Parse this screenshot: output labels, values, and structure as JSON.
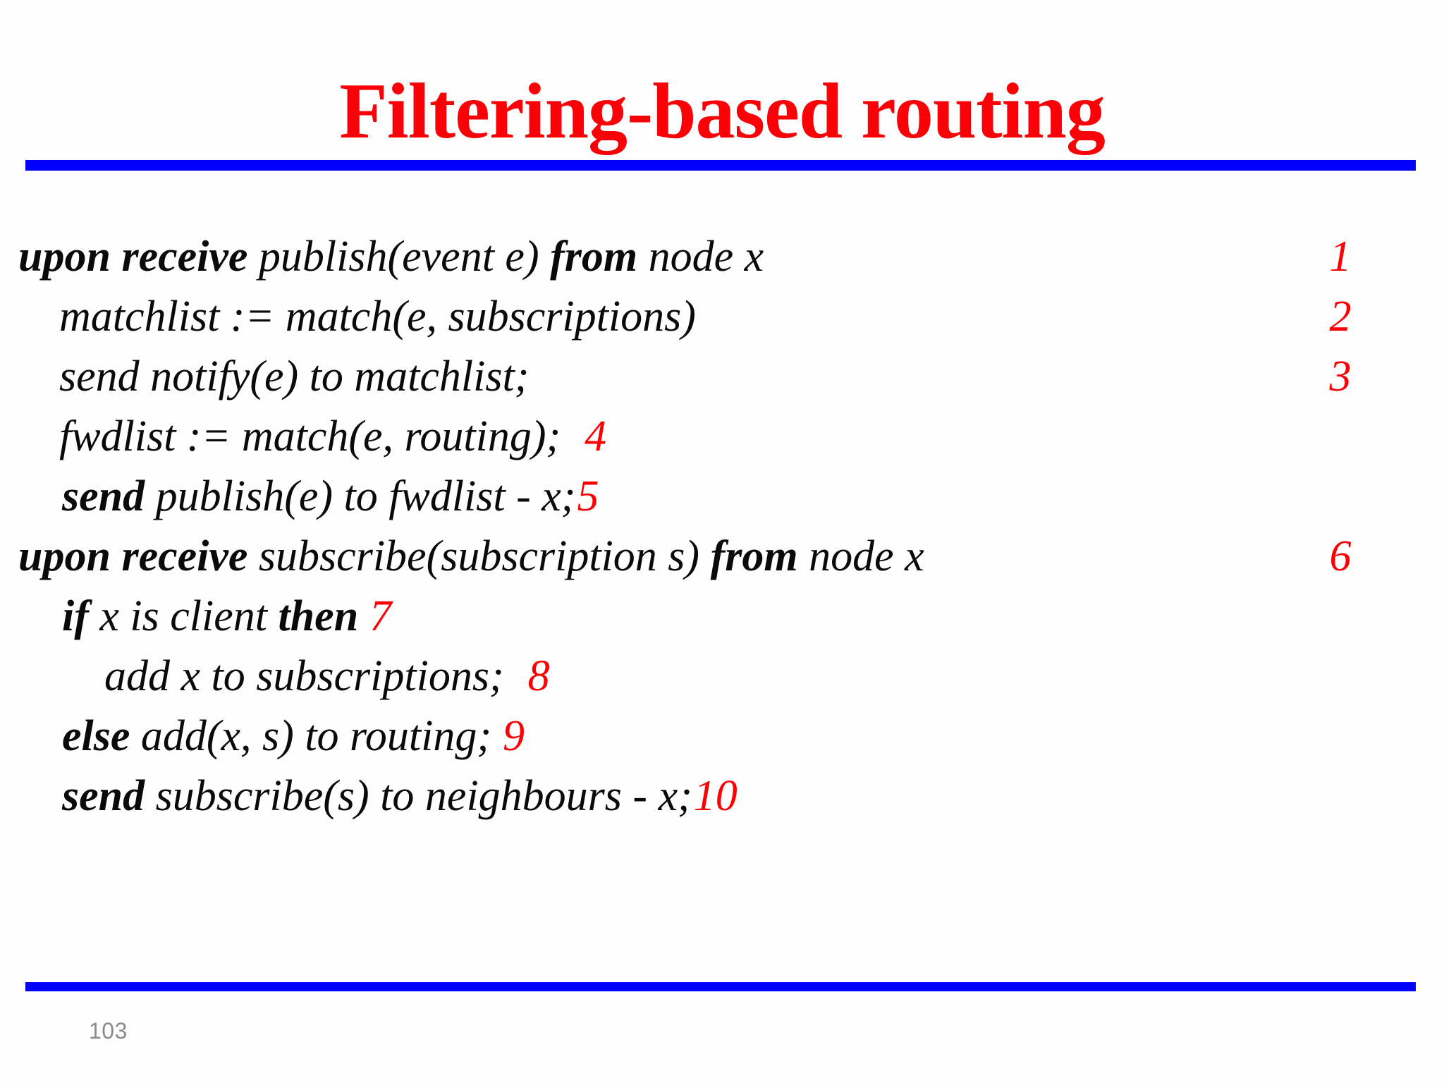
{
  "slide": {
    "title": "Filtering-based routing",
    "page_number": "103",
    "colors": {
      "title_red": "#fb0007",
      "rule_blue": "#0000fe",
      "number_red": "#fc0006",
      "body_black": "#0a0a0a",
      "page_number_gray": "#8c8c8c",
      "background": "#ffffff"
    }
  },
  "pseudocode": {
    "lines": [
      {
        "number": "1",
        "number_placement": "right",
        "indent": 0,
        "segments": [
          {
            "text": "upon receive",
            "style": "bold"
          },
          {
            "text": " publish(event e) ",
            "style": "italic"
          },
          {
            "text": "from",
            "style": "bold"
          },
          {
            "text": " node x",
            "style": "italic"
          }
        ],
        "plain": "upon receive publish(event e) from node x"
      },
      {
        "number": "2",
        "number_placement": "right",
        "indent": 1,
        "segments": [
          {
            "text": "matchlist := match(e, subscriptions)",
            "style": "italic"
          }
        ],
        "plain": "matchlist := match(e, subscriptions)"
      },
      {
        "number": "3",
        "number_placement": "right",
        "indent": 1,
        "segments": [
          {
            "text": "send notify(e) to matchlist;",
            "style": "italic"
          }
        ],
        "plain": "send notify(e) to matchlist;"
      },
      {
        "number": "4",
        "number_placement": "inline",
        "number_gap": "medium",
        "indent": 1,
        "segments": [
          {
            "text": "fwdlist := match(e, routing);",
            "style": "italic"
          }
        ],
        "plain": "fwdlist := match(e, routing);"
      },
      {
        "number": "5",
        "number_placement": "inline",
        "number_gap": "none",
        "indent": 2,
        "segments": [
          {
            "text": "send",
            "style": "bold"
          },
          {
            "text": " publish(e) to fwdlist - x;",
            "style": "italic"
          }
        ],
        "plain": "send publish(e) to fwdlist - x;"
      },
      {
        "number": "6",
        "number_placement": "right",
        "indent": 0,
        "segments": [
          {
            "text": "upon receive",
            "style": "bold"
          },
          {
            "text": " subscribe(subscription s) ",
            "style": "italic"
          },
          {
            "text": "from",
            "style": "bold"
          },
          {
            "text": " node x",
            "style": "italic"
          }
        ],
        "plain": "upon receive subscribe(subscription s) from node x"
      },
      {
        "number": "7",
        "number_placement": "inline",
        "number_gap": "small",
        "indent": 2,
        "segments": [
          {
            "text": "if",
            "style": "bold"
          },
          {
            "text": " x is client ",
            "style": "italic"
          },
          {
            "text": "then",
            "style": "bold"
          }
        ],
        "plain": "if x is client then"
      },
      {
        "number": "8",
        "number_placement": "inline",
        "number_gap": "medium",
        "indent": 3,
        "segments": [
          {
            "text": "add x to subscriptions;",
            "style": "italic"
          }
        ],
        "plain": "add x to subscriptions;"
      },
      {
        "number": "9",
        "number_placement": "inline",
        "number_gap": "small",
        "indent": 2,
        "segments": [
          {
            "text": "else",
            "style": "bold"
          },
          {
            "text": " add(x, s) to routing;",
            "style": "italic"
          }
        ],
        "plain": "else add(x, s) to routing;"
      },
      {
        "number": "10",
        "number_placement": "inline",
        "number_gap": "none",
        "indent": 2,
        "segments": [
          {
            "text": "send",
            "style": "bold"
          },
          {
            "text": " subscribe(s) to neighbours - x;",
            "style": "italic"
          }
        ],
        "plain": "send subscribe(s) to neighbours - x;"
      }
    ]
  }
}
